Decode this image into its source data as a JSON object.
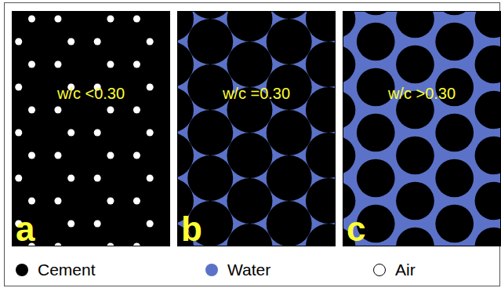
{
  "diagram": {
    "nodes": [
      {
        "text": [
          "w/c <0.30",
          "a"
        ]
      },
      {
        "text": [
          "w/c =0.30",
          "b"
        ]
      },
      {
        "text": [
          "w/c >0.30",
          "c"
        ]
      }
    ],
    "legend": [
      {
        "text": "Cement",
        "color": "#000000"
      },
      {
        "text": "Water",
        "color": "#5b72c8"
      },
      {
        "text": "Air",
        "color": "#ffffff"
      }
    ]
  }
}
